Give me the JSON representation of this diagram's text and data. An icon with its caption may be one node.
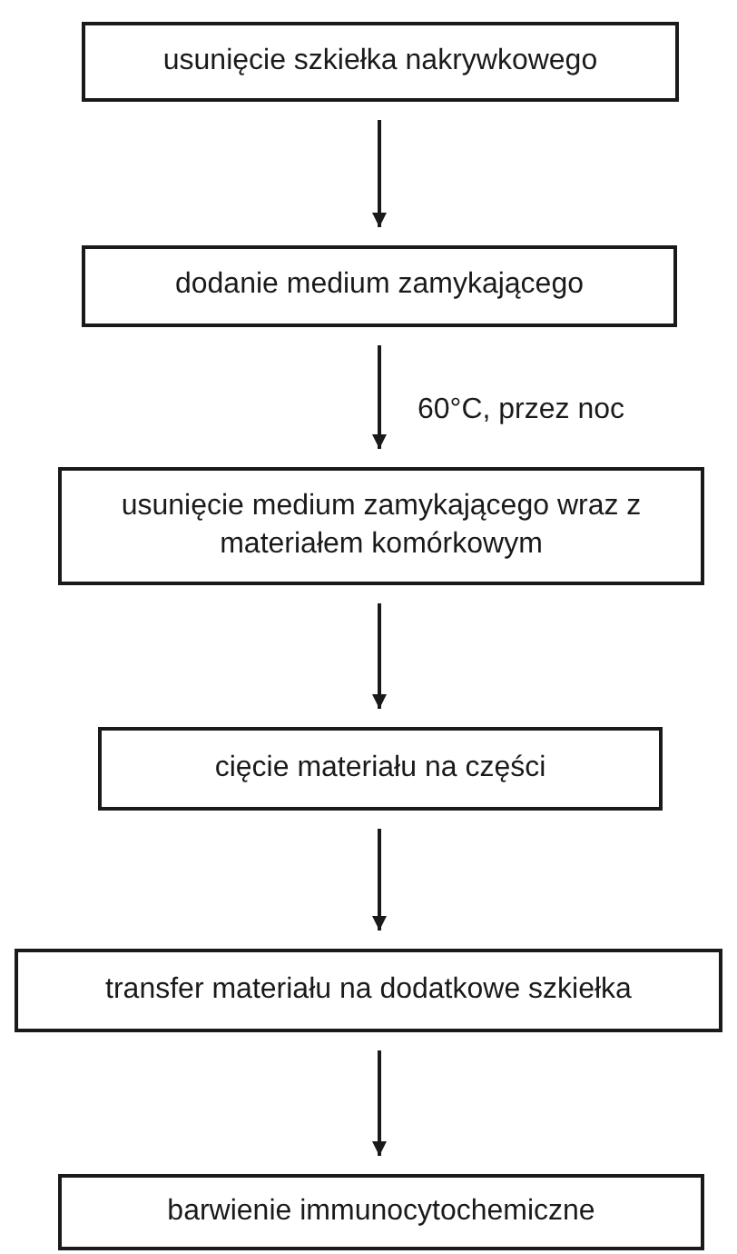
{
  "diagram": {
    "nodes": [
      {
        "text": [
          "usunięcie szkiełka nakrywkowego"
        ]
      },
      {
        "text": [
          "dodanie medium zamykającego"
        ]
      },
      {
        "text": [
          "usunięcie medium zamykającego wraz z materiałem komórkowym"
        ]
      },
      {
        "text": [
          "cięcie materiału na części"
        ]
      },
      {
        "text": [
          "transfer materiału na dodatkowe szkiełka"
        ]
      },
      {
        "text": [
          "barwienie immunocytochemiczne"
        ]
      }
    ],
    "edges": [
      {
        "from": 0,
        "to": 1,
        "arrow": "to"
      },
      {
        "from": 1,
        "to": 2,
        "arrow": "to",
        "label": "60°C, przez noc"
      },
      {
        "from": 2,
        "to": 3,
        "arrow": "to"
      },
      {
        "from": 3,
        "to": 4,
        "arrow": "to"
      },
      {
        "from": 4,
        "to": 5,
        "arrow": "to"
      }
    ]
  }
}
